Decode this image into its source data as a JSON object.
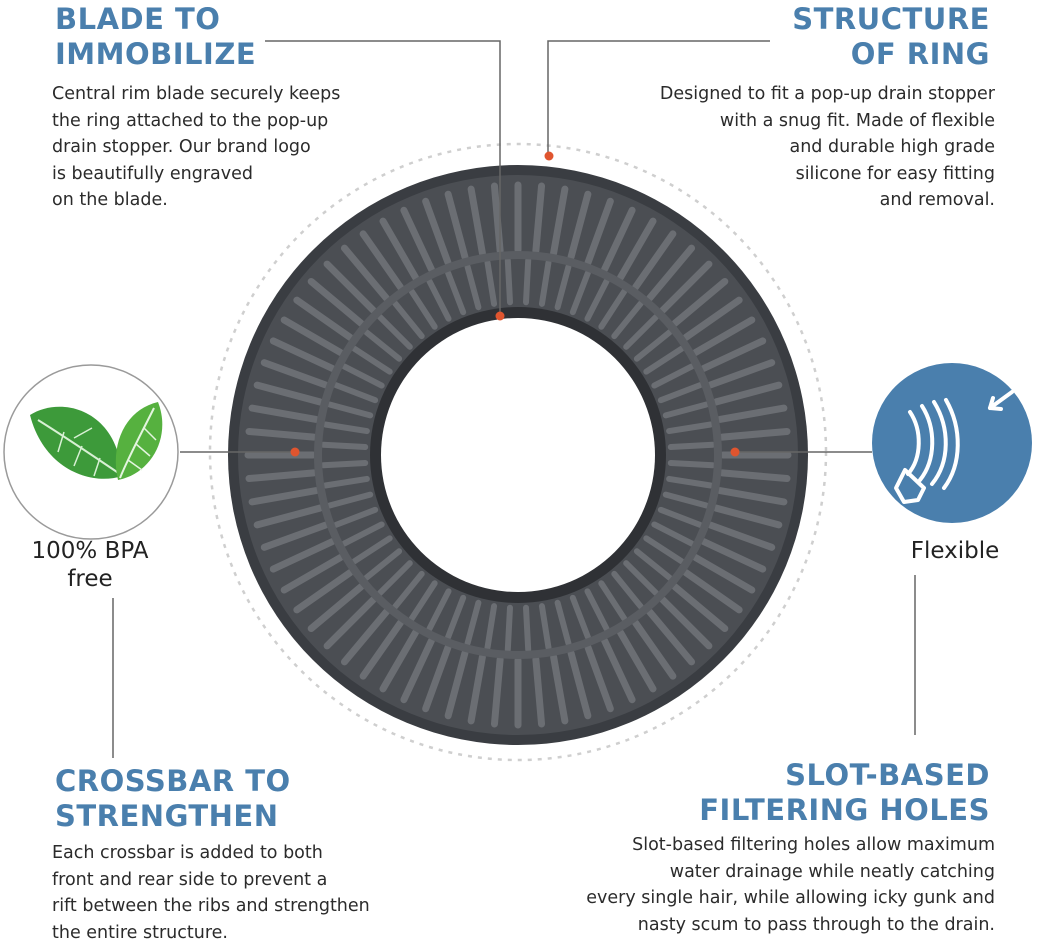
{
  "blade": {
    "heading_line1": "BLADE TO",
    "heading_line2": "IMMOBILIZE",
    "body_lines": [
      "Central rim blade securely keeps",
      "the ring attached to the pop-up",
      "drain stopper. Our brand logo",
      "is beautifully engraved",
      "on the blade."
    ]
  },
  "structure": {
    "heading_line1": "STRUCTURE",
    "heading_line2": "OF RING",
    "body_lines": [
      "Designed to fit a pop-up drain stopper",
      "with a snug fit. Made of flexible",
      "and durable high grade",
      "silicone for easy fitting",
      "and removal."
    ]
  },
  "crossbar": {
    "heading_line1": "CROSSBAR TO",
    "heading_line2": "STRENGTHEN",
    "body_lines": [
      "Each crossbar is added to both",
      "front and rear side to prevent a",
      "rift between the ribs and strengthen",
      "the entire structure."
    ]
  },
  "slots": {
    "heading_line1": "SLOT-BASED",
    "heading_line2": "FILTERING HOLES",
    "body_lines": [
      "Slot-based filtering holes allow maximum",
      "water drainage while neatly catching",
      "every single hair, while allowing icky gunk and",
      "nasty scum to pass through to the drain."
    ]
  },
  "bpa_badge": {
    "label_line1": "100% BPA",
    "label_line2": "free",
    "icon": "leaves-icon"
  },
  "flexible_badge": {
    "label": "Flexible",
    "icon": "flex-hand-icon"
  },
  "colors": {
    "heading": "#4a7fad",
    "badge_blue": "#4a7fad",
    "ring": "#4a4d52",
    "ring_dark": "#2e3034",
    "accent_dot": "#e0552f",
    "leaf_green": "#3d9a3a"
  }
}
